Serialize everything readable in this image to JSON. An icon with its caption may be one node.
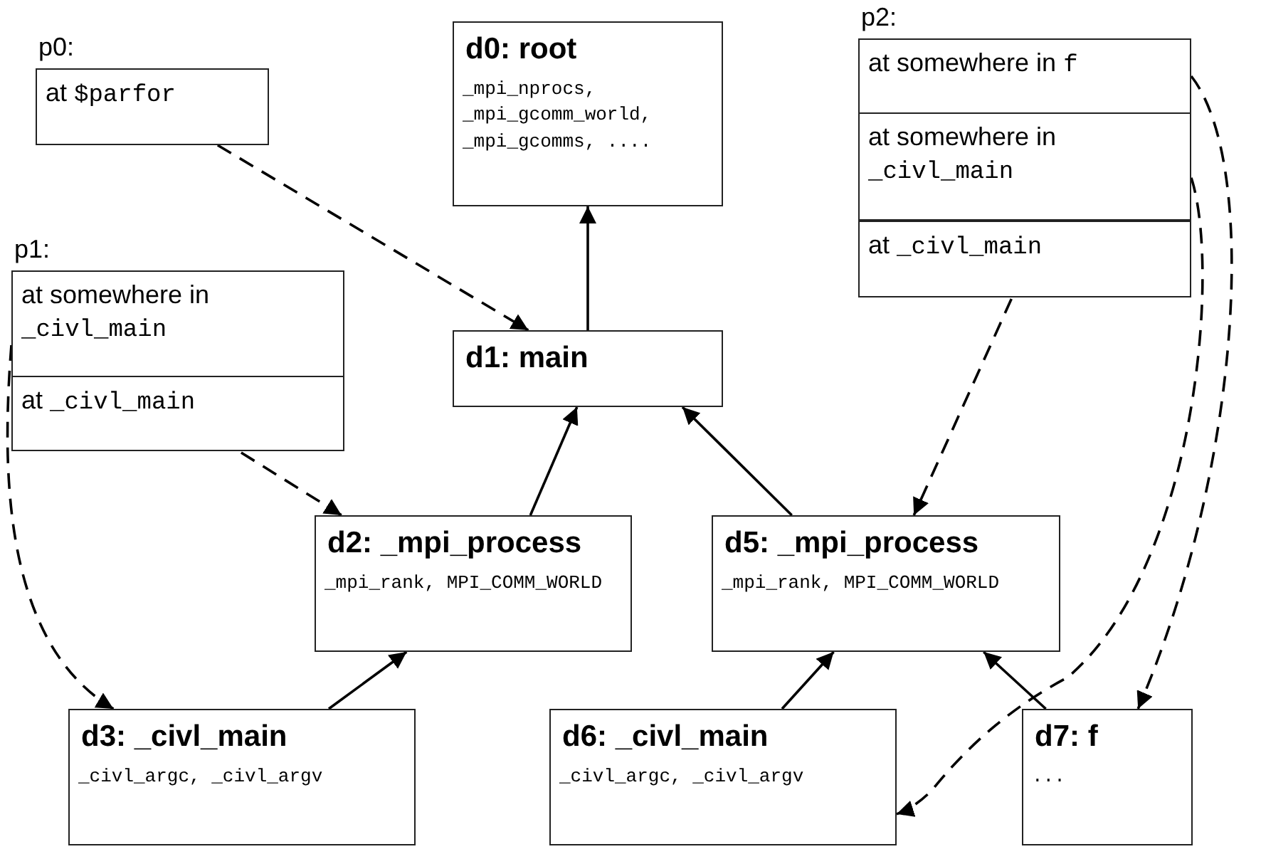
{
  "diagram": {
    "nodes": [
      {
        "text": [
          "p0:"
        ]
      },
      {
        "text": [
          "at",
          "$parfor"
        ],
        "in": 0
      },
      {
        "text": [
          "d0: root",
          "_mpi_nprocs, _mpi_gcomm_world, _mpi_gcomms, ...."
        ]
      },
      {
        "text": [
          "p2:"
        ]
      },
      {
        "text": [
          "at somewhere in",
          "f"
        ],
        "in": 3
      },
      {
        "text": [
          "at somewhere in",
          "_civl_main"
        ],
        "in": 3
      },
      {
        "text": [
          "at",
          "_civl_main"
        ],
        "in": 3
      },
      {
        "text": [
          "p1:"
        ]
      },
      {
        "text": [
          "at somewhere in",
          "_civl_main"
        ],
        "in": 7
      },
      {
        "text": [
          "at",
          "_civl_main"
        ],
        "in": 7
      },
      {
        "text": [
          "d1: main"
        ]
      },
      {
        "text": [
          "d2: _mpi_process",
          "_mpi_rank, MPI_COMM_WORLD"
        ]
      },
      {
        "text": [
          "d5: _mpi_process",
          "_mpi_rank, MPI_COMM_WORLD"
        ]
      },
      {
        "text": [
          "d3: _civl_main",
          "_civl_argc, _civl_argv"
        ]
      },
      {
        "text": [
          "d6: _civl_main",
          "_civl_argc, _civl_argv"
        ]
      },
      {
        "text": [
          "d7: f",
          "..."
        ]
      }
    ],
    "edges": [
      {
        "from": 10,
        "to": 2,
        "arrow": "to"
      },
      {
        "from": 11,
        "to": 10,
        "arrow": "to"
      },
      {
        "from": 12,
        "to": 10,
        "arrow": "to"
      },
      {
        "from": 13,
        "to": 11,
        "arrow": "to"
      },
      {
        "from": 14,
        "to": 12,
        "arrow": "to"
      },
      {
        "from": 15,
        "to": 12,
        "arrow": "to"
      },
      {
        "from": 1,
        "to": 10,
        "arrow": "to",
        "style": "dashed"
      },
      {
        "from": 9,
        "to": 11,
        "arrow": "to",
        "style": "dashed"
      },
      {
        "from": 8,
        "to": 13,
        "arrow": "to",
        "style": "dashed"
      },
      {
        "from": 6,
        "to": 12,
        "arrow": "to",
        "style": "dashed"
      },
      {
        "from": 5,
        "to": 14,
        "arrow": "to",
        "style": "dashed"
      },
      {
        "from": 4,
        "to": 15,
        "arrow": "to",
        "style": "dashed"
      }
    ]
  }
}
